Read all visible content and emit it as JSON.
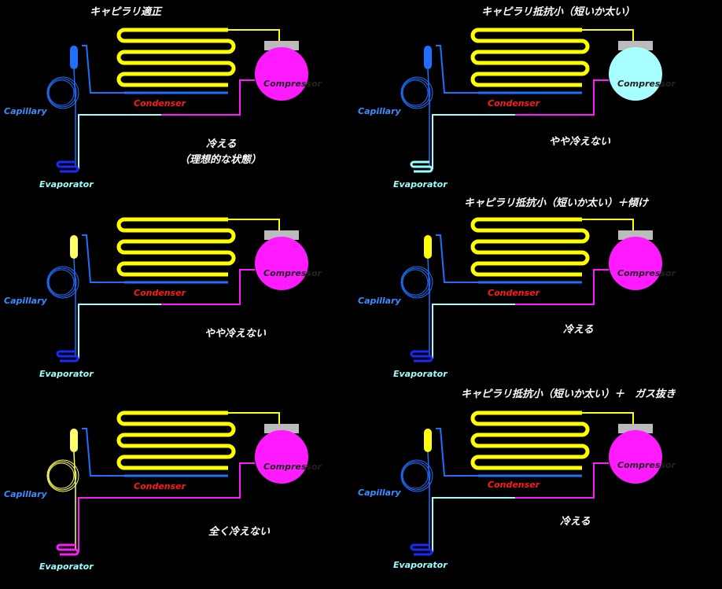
{
  "panels": [
    {
      "title": "キャピラリ適正",
      "status": "冷える",
      "status2": "（理想的な状態）",
      "compressor_color": "#ff1aff",
      "dryer_color": "#1e6fff",
      "capillary_color": "#1e6fff",
      "evaporator_color": "#1a2aff",
      "return_color": "#9ff"
    },
    {
      "title": "キャピラリ抵抗小（短いか太い）",
      "status": "やや冷えない",
      "status2": "",
      "compressor_color": "#a8ffff",
      "dryer_color": "#1e6fff",
      "capillary_color": "#1e6fff",
      "evaporator_color": "#9ff",
      "return_color": "#9ff"
    },
    {
      "title": "",
      "status": "やや冷えない",
      "status2": "",
      "compressor_color": "#ff1aff",
      "dryer_color": "#ffff66",
      "capillary_color": "#1e6fff",
      "evaporator_color": "#1a2aff",
      "return_color": "#9ff"
    },
    {
      "title": "キャピラリ抵抗小（短いか太い）＋傾け",
      "status": "冷える",
      "status2": "",
      "compressor_color": "#ff1aff",
      "dryer_color": "#ffff00",
      "capillary_color": "#1e6fff",
      "evaporator_color": "#1a2aff",
      "return_color": "#9ff"
    },
    {
      "title": "",
      "status": "全く冷えない",
      "status2": "",
      "compressor_color": "#ff1aff",
      "dryer_color": "#ffff66",
      "capillary_color": "#ffff66",
      "evaporator_color": "#ff1aff",
      "return_color": "#ff1aff"
    },
    {
      "title": "キャピラリ抵抗小（短いか太い）＋　ガス抜き",
      "status": "冷える",
      "status2": "",
      "compressor_color": "#ff1aff",
      "dryer_color": "#ffff00",
      "capillary_color": "#1e6fff",
      "evaporator_color": "#1a2aff",
      "return_color": "#9ff"
    }
  ],
  "labels": {
    "capillary": "Capillary",
    "evaporator": "Evaporator",
    "condenser": "Condenser",
    "compressor": "Compressor"
  }
}
